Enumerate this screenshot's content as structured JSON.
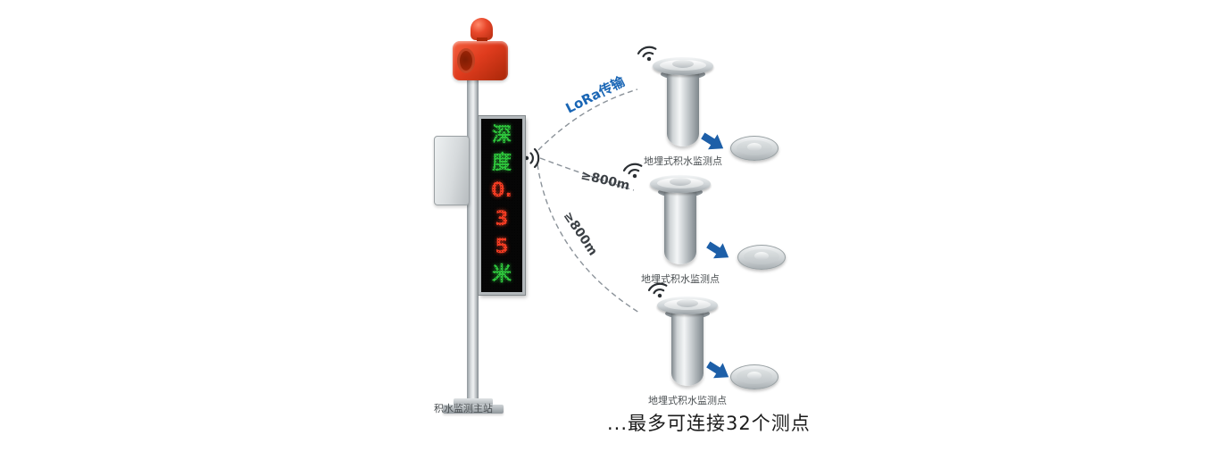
{
  "diagram": {
    "station": {
      "label": "积水监测主站",
      "display": [
        {
          "ch": "深",
          "color": "green"
        },
        {
          "ch": "度",
          "color": "green"
        },
        {
          "ch": "0.",
          "color": "red"
        },
        {
          "ch": "3",
          "color": "red"
        },
        {
          "ch": "5",
          "color": "red"
        },
        {
          "ch": "米",
          "color": "green"
        }
      ]
    },
    "connections": {
      "lora_label": "LoRa传输",
      "range_label_1": "≥800m",
      "range_label_2": "≥800m"
    },
    "sensors": [
      {
        "label": "地埋式积水监测点"
      },
      {
        "label": "地埋式积水监测点"
      },
      {
        "label": "地埋式积水监测点"
      }
    ],
    "footer_note": "...最多可连接32个测点"
  },
  "colors": {
    "led_green": "#2ec43c",
    "led_red": "#f03b22",
    "lora_blue": "#1a66b5",
    "arrow_blue": "#1d5fa8",
    "dash_gray": "#8b9299",
    "label_gray": "#4a4f52"
  }
}
